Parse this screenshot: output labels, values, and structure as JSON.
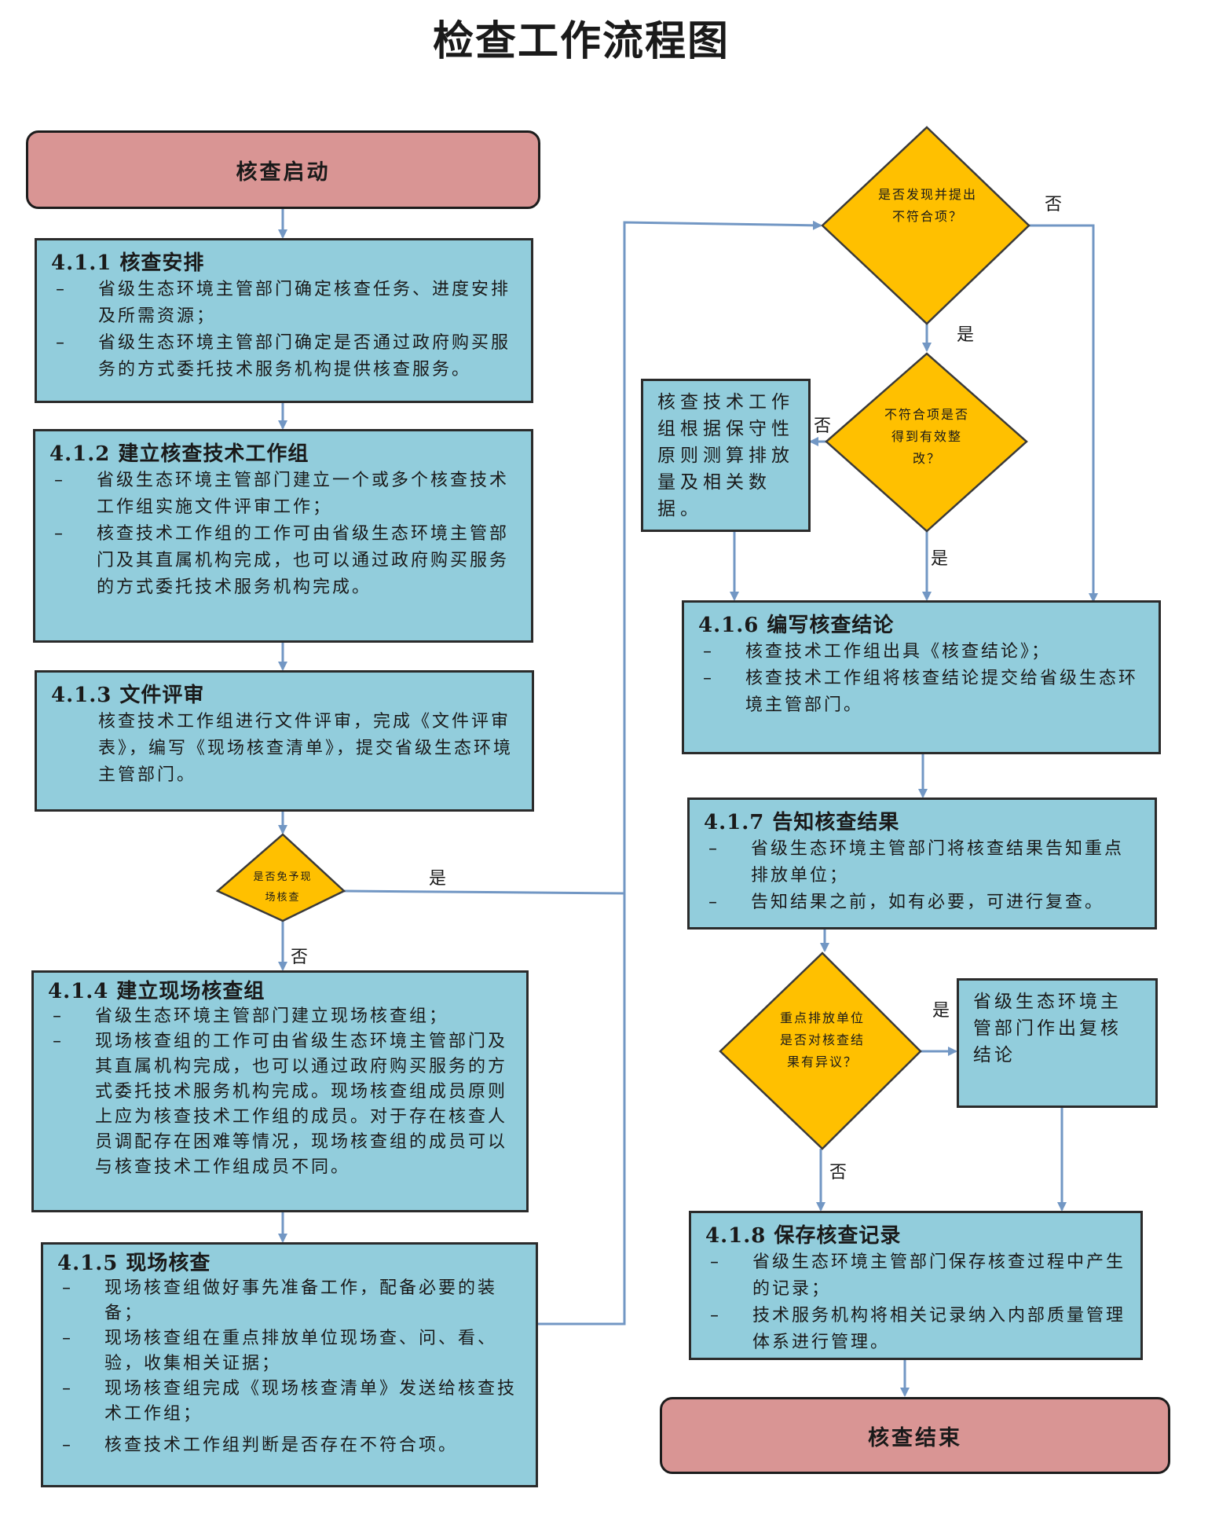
{
  "title": "检查工作流程图",
  "start": "核查启动",
  "end": "核查结束",
  "left": {
    "s411": {
      "head": "4.1.1 核查安排",
      "items": [
        "省级生态环境主管部门确定核查任务、进度安排及所需资源；",
        "省级生态环境主管部门确定是否通过政府购买服务的方式委托技术服务机构提供核查服务。"
      ]
    },
    "s412": {
      "head": "4.1.2 建立核查技术工作组",
      "items": [
        "省级生态环境主管部门建立一个或多个核查技术工作组实施文件评审工作；",
        "核查技术工作组的工作可由省级生态环境主管部门及其直属机构完成，也可以通过政府购买服务的方式委托技术服务机构完成。"
      ]
    },
    "s413": {
      "head": "4.1.3 文件评审",
      "text": "核查技术工作组进行文件评审，完成《文件评审表》，编写《现场核查清单》，提交省级生态环境主管部门。"
    },
    "d_exempt": "是否免予现场核查",
    "s414": {
      "head": "4.1.4 建立现场核查组",
      "items": [
        "省级生态环境主管部门建立现场核查组；",
        "现场核查组的工作可由省级生态环境主管部门及其直属机构完成，也可以通过政府购买服务的方式委托技术服务机构完成。现场核查组成员原则上应为核查技术工作组的成员。对于存在核查人员调配存在困难等情况，现场核查组的成员可以与核查技术工作组成员不同。"
      ]
    },
    "s415": {
      "head": "4.1.5 现场核查",
      "items": [
        "现场核查组做好事先准备工作，配备必要的装备；",
        "现场核查组在重点排放单位现场查、问、看、验，收集相关证据；",
        "现场核查组完成《现场核查清单》发送给核查技术工作组；",
        "核查技术工作组判断是否存在不符合项。"
      ]
    }
  },
  "right": {
    "d_found": "是否发现并提出不符合项？",
    "d_fixed": "不符合项是否得到有效整改？",
    "note_conservative": "核查技术工作组根据保守性原则测算排放量及相关数据。",
    "s416": {
      "head": "4.1.6 编写核查结论",
      "items": [
        "核查技术工作组出具《核查结论》；",
        "核查技术工作组将核查结论提交给省级生态环境主管部门。"
      ]
    },
    "s417": {
      "head": "4.1.7 告知核查结果",
      "items": [
        "省级生态环境主管部门将核查结果告知重点排放单位；",
        "告知结果之前，如有必要，可进行复查。"
      ]
    },
    "d_objection": "重点排放单位是否对核查结果有异议？",
    "note_review": "省级生态环境主管部门作出复核结论",
    "s418": {
      "head": "4.1.8 保存核查记录",
      "items": [
        "省级生态环境主管部门保存核查过程中产生的记录；",
        "技术服务机构将相关记录纳入内部质量管理体系进行管理。"
      ]
    }
  },
  "labels": {
    "yes": "是",
    "no": "否"
  },
  "colors": {
    "process": "#92cddc",
    "terminal": "#d99594",
    "decision": "#ffc000",
    "arrow": "#7297c4"
  }
}
